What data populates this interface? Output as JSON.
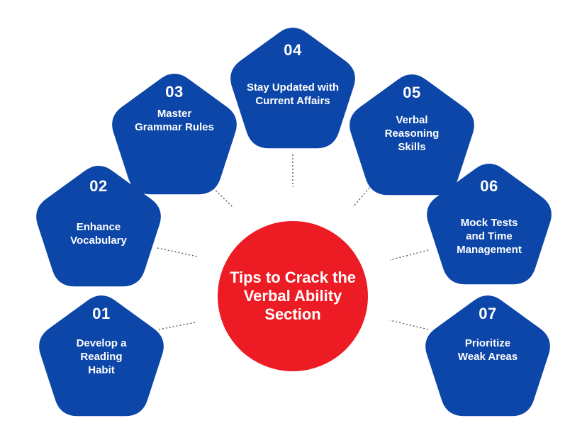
{
  "colors": {
    "card": "#0c46a8",
    "center": "#ed1c24",
    "connector": "#555555",
    "text": "#ffffff"
  },
  "center": {
    "title": "Tips to Crack the\nVerbal Ability\nSection"
  },
  "tips": [
    {
      "number": "01",
      "text": "Develop a\nReading\nHabit"
    },
    {
      "number": "02",
      "text": "Enhance\nVocabulary"
    },
    {
      "number": "03",
      "text": "Master\nGrammar Rules"
    },
    {
      "number": "04",
      "text": "Stay Updated with\nCurrent Affairs"
    },
    {
      "number": "05",
      "text": "Verbal\nReasoning\nSkills"
    },
    {
      "number": "06",
      "text": "Mock Tests\nand Time\nManagement"
    },
    {
      "number": "07",
      "text": "Prioritize\nWeak Areas"
    }
  ]
}
